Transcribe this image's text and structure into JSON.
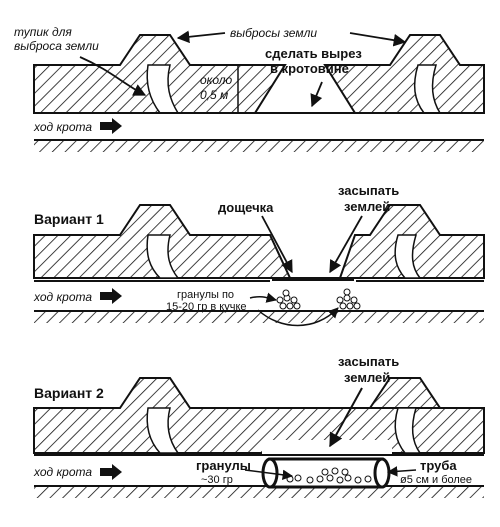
{
  "colors": {
    "ink": "#111111",
    "background": "#ffffff"
  },
  "panel1": {
    "dead_end": [
      "тупик для",
      "выброса земли"
    ],
    "earth_mounds": "выбросы земли",
    "cut": [
      "сделать вырез",
      "в кротовине"
    ],
    "depth": [
      "около",
      "0,5 м"
    ],
    "mole_path": "ход крота"
  },
  "panel2": {
    "title": "Вариант 1",
    "board": "дощечка",
    "cover": [
      "засыпать",
      "землей"
    ],
    "pellets": [
      "гранулы по",
      "15-20 гр в кучке"
    ],
    "mole_path": "ход крота"
  },
  "panel3": {
    "title": "Вариант 2",
    "cover": [
      "засыпать",
      "землей"
    ],
    "pellets": [
      "гранулы",
      "~30 гр"
    ],
    "pipe": [
      "труба",
      "ø5 см и более"
    ],
    "mole_path": "ход крота"
  }
}
